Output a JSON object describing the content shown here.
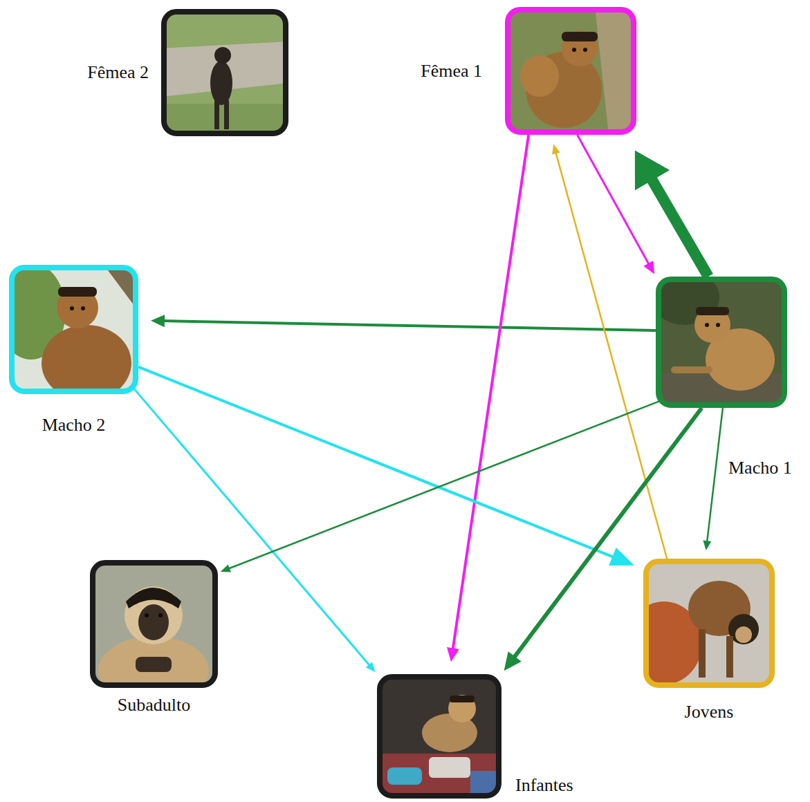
{
  "diagram": {
    "nodes": [
      {
        "text": [
          "Fêmea 2"
        ]
      },
      {
        "text": [
          "Fêmea 1"
        ]
      },
      {
        "text": [
          "Macho 2"
        ]
      },
      {
        "text": [
          "Macho 1"
        ]
      },
      {
        "text": [
          "Subadulto"
        ]
      },
      {
        "text": [
          "Infantes"
        ]
      },
      {
        "text": [
          "Jovens"
        ]
      }
    ],
    "edges": [
      {
        "from": 3,
        "to": 1,
        "arrow": "to"
      },
      {
        "from": 1,
        "to": 3,
        "arrow": "to"
      },
      {
        "from": 3,
        "to": 2,
        "arrow": "to"
      },
      {
        "from": 1,
        "to": 5,
        "arrow": "to"
      },
      {
        "from": 6,
        "to": 1,
        "arrow": "to"
      },
      {
        "from": 2,
        "to": 6,
        "arrow": "to"
      },
      {
        "from": 2,
        "to": 5,
        "arrow": "to"
      },
      {
        "from": 3,
        "to": 4,
        "arrow": "to"
      },
      {
        "from": 3,
        "to": 5,
        "arrow": "to"
      },
      {
        "from": 3,
        "to": 6,
        "arrow": "to"
      }
    ]
  }
}
